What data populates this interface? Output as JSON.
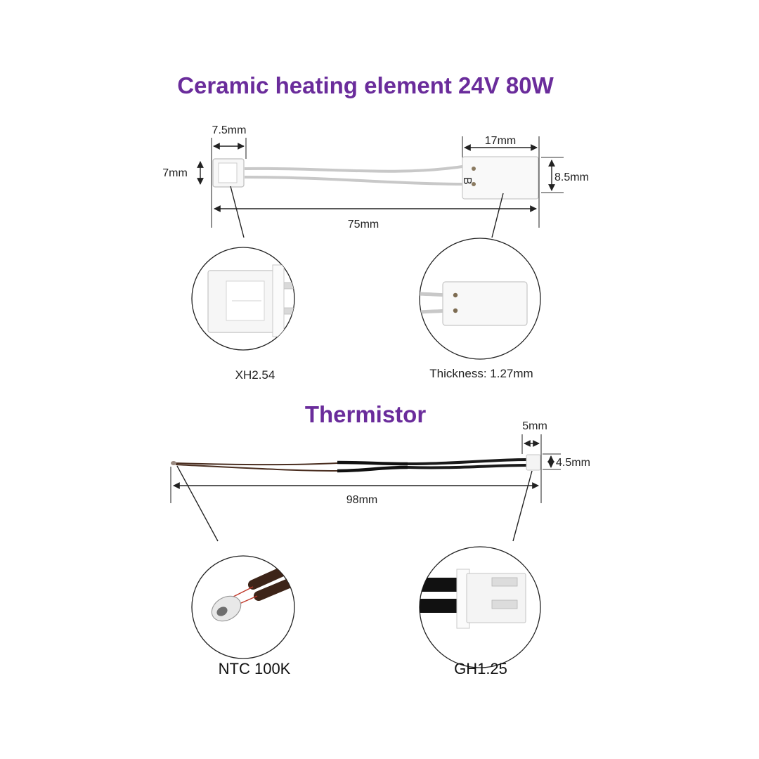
{
  "colors": {
    "title": "#6a2c9b",
    "ink": "#222222",
    "wire_white": "#d9d9d9",
    "wire_black": "#1a1a1a",
    "wire_brown": "#5a3a2a"
  },
  "heater": {
    "title": "Ceramic heating element 24V 80W",
    "dims": {
      "connector_width": "7.5mm",
      "connector_height": "7mm",
      "plate_width": "17mm",
      "plate_height": "8.5mm",
      "total_length": "75mm"
    },
    "details": {
      "connector_label": "XH2.54",
      "plate_label": "Thickness: 1.27mm",
      "plate_marking": "B"
    }
  },
  "thermistor": {
    "title": "Thermistor",
    "dims": {
      "connector_width": "5mm",
      "connector_height": "4.5mm",
      "total_length": "98mm"
    },
    "details": {
      "bead_label": "NTC 100K",
      "connector_label": "GH1.25"
    }
  }
}
